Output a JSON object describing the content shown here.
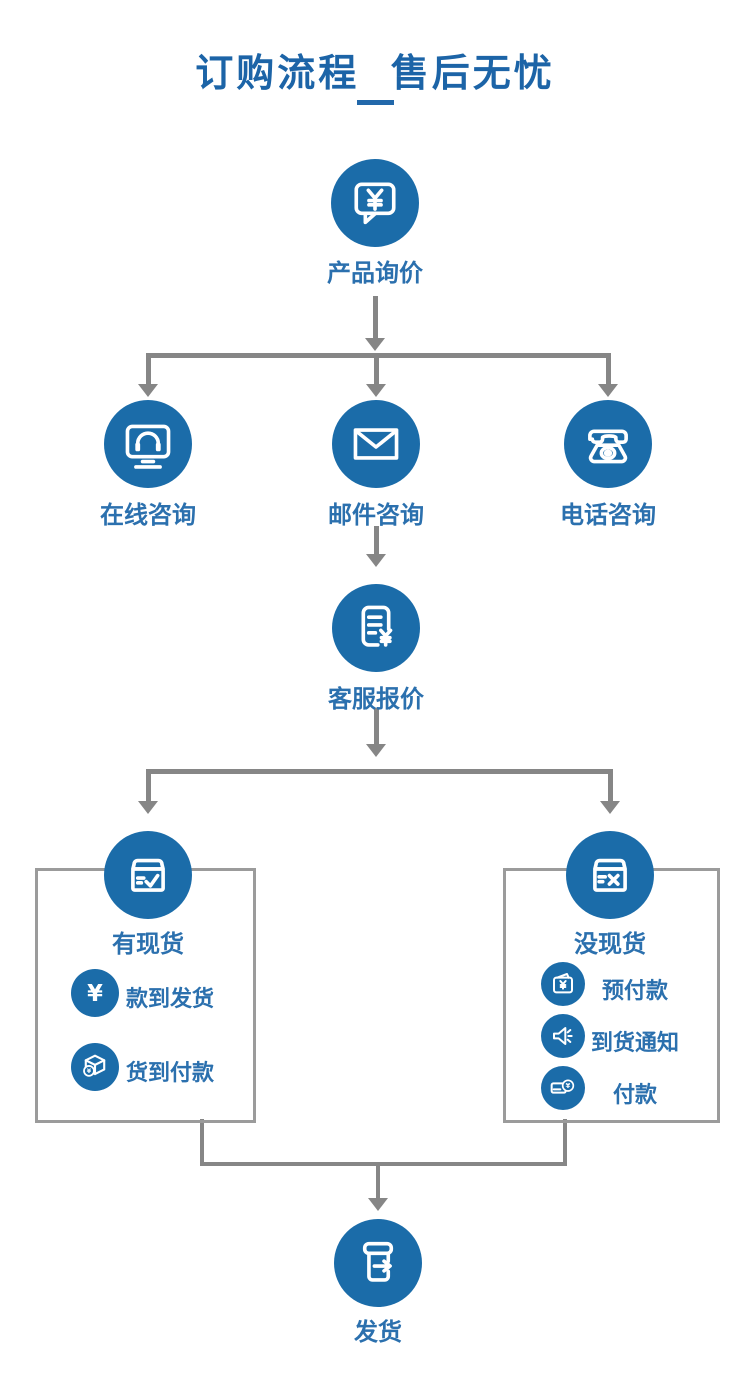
{
  "header": {
    "title": "订购流程 售后无忧"
  },
  "colors": {
    "primary_blue": "#1B6CA9",
    "label_blue": "#2B70AE",
    "title_blue": "#1C64A7",
    "connector_grey": "#868686",
    "box_border_grey": "#9B9B9B",
    "background": "#FFFFFF"
  },
  "symbols": {
    "yuan": "¥"
  },
  "flow": {
    "inquiry": {
      "label": "产品询价",
      "icon": "chat-bubble-yuan-icon"
    },
    "channels": [
      {
        "label": "在线咨询",
        "icon": "monitor-headset-icon"
      },
      {
        "label": "邮件咨询",
        "icon": "envelope-icon"
      },
      {
        "label": "电话咨询",
        "icon": "telephone-icon"
      }
    ],
    "quote": {
      "label": "客服报价",
      "icon": "receipt-yuan-icon"
    },
    "in_stock": {
      "label": "有现货",
      "icon": "box-check-icon",
      "items": [
        {
          "label": "款到发货",
          "icon": "yuan-icon"
        },
        {
          "label": "货到付款",
          "icon": "package-coin-icon"
        }
      ]
    },
    "out_of_stock": {
      "label": "没现货",
      "icon": "box-x-icon",
      "items": [
        {
          "label": "预付款",
          "icon": "wallet-yuan-icon"
        },
        {
          "label": "到货通知",
          "icon": "loudspeaker-icon"
        },
        {
          "label": "付款",
          "icon": "card-coin-icon"
        }
      ]
    },
    "ship": {
      "label": "发货",
      "icon": "box-arrow-icon"
    }
  }
}
